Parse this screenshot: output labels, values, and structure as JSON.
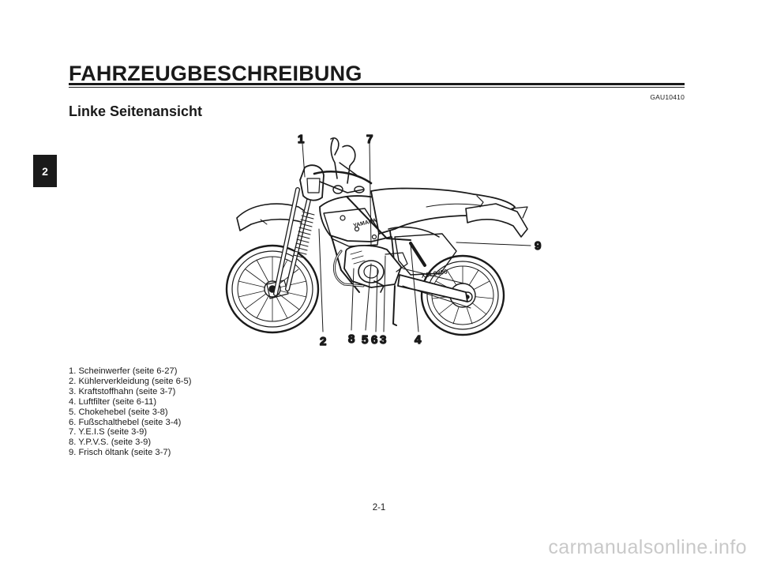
{
  "header": {
    "chapter_title": "FAHRZEUGBESCHREIBUNG",
    "doc_code": "GAU10410",
    "section_title": "Linke Seitenansicht"
  },
  "chapter_tab": "2",
  "callouts": {
    "c1": "1",
    "c2": "2",
    "c3": "3",
    "c4": "4",
    "c5": "5",
    "c6": "6",
    "c7": "7",
    "c8": "8",
    "c9": "9"
  },
  "illustration": {
    "fuel_tank_text": "YAMAHA",
    "side_cover_text": "XSL0306"
  },
  "parts": [
    "1. Scheinwerfer (seite 6-27)",
    "2. Kühlerverkleidung (seite 6-5)",
    "3. Kraftstoffhahn (seite 3-7)",
    "4. Luftfilter (seite 6-11)",
    "5. Chokehebel (seite 3-8)",
    "6. Fußschalthebel (seite 3-4)",
    "7. Y.E.I.S (seite 3-9)",
    "8. Y.P.V.S. (seite 3-9)",
    "9. Frisch öltank (seite 3-7)"
  ],
  "page_number": "2-1",
  "watermark": "carmanualsonline.info"
}
